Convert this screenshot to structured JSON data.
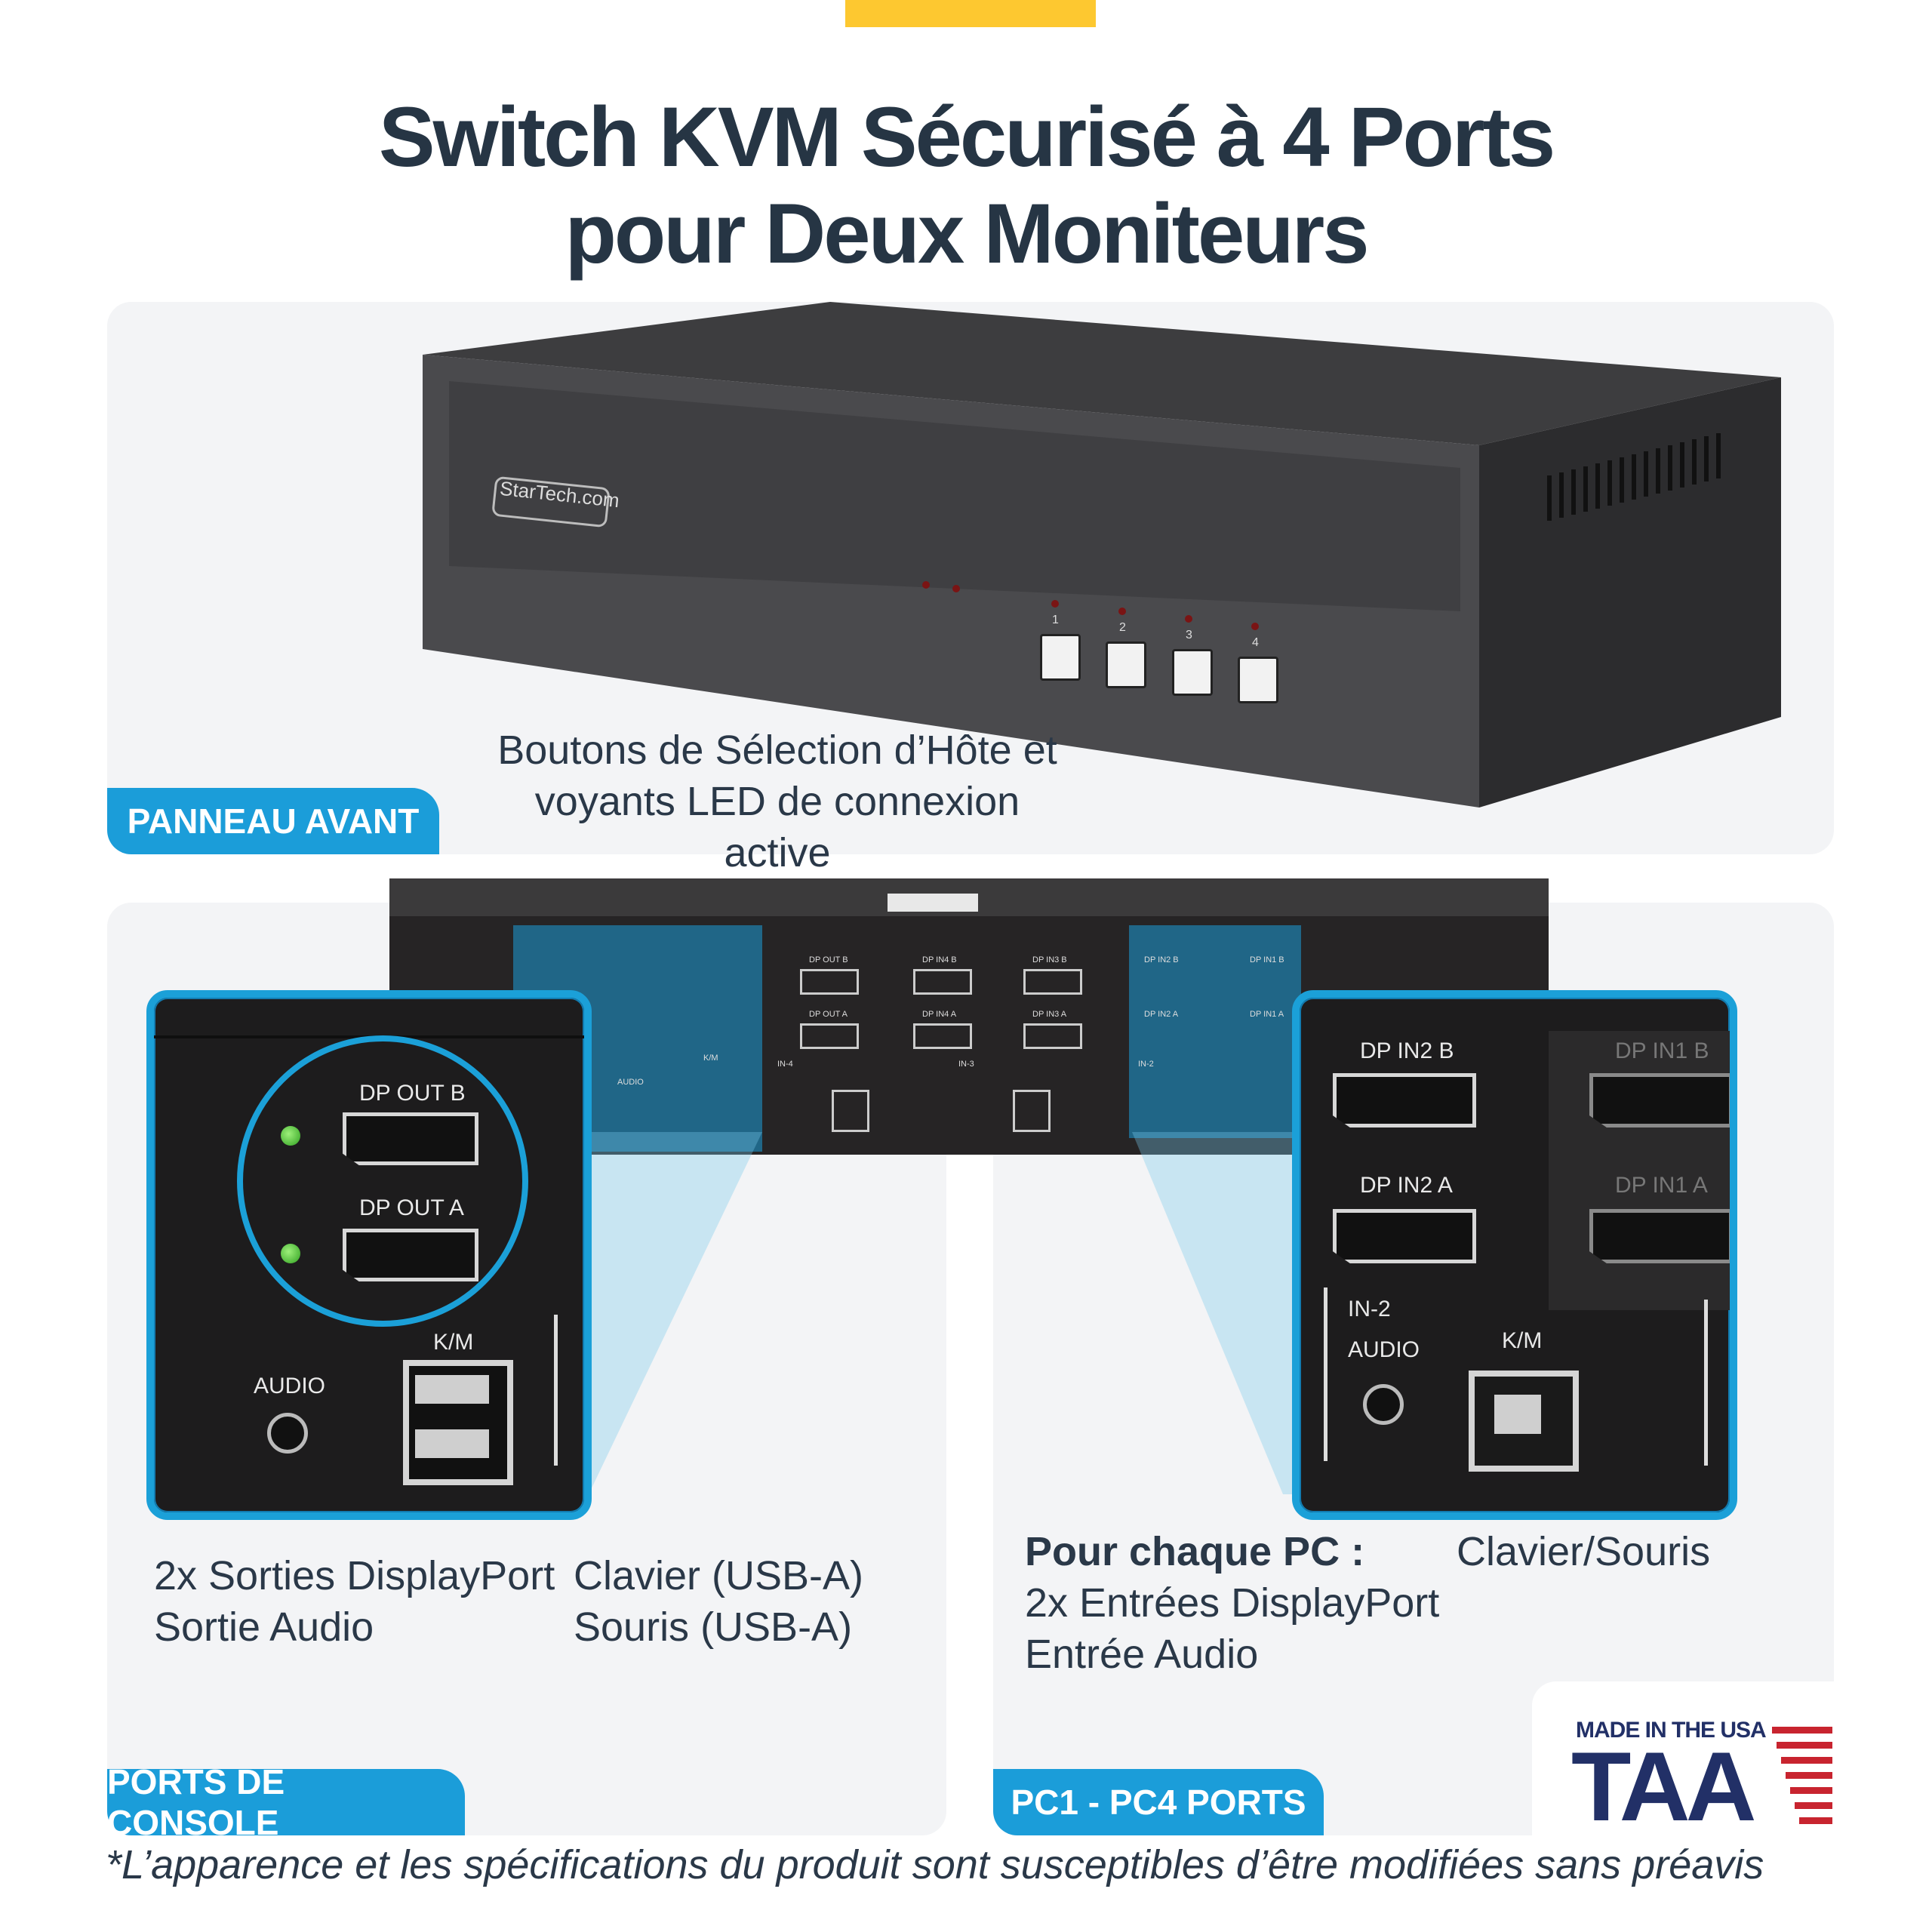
{
  "title_line1": "Switch KVM Sécurisé à 4 Ports",
  "title_line2": "pour Deux Moniteurs",
  "front": {
    "tag": "PANNEAU AVANT",
    "caption_line1": "Boutons de Sélection d’Hôte et",
    "caption_line2": "voyants LED de connexion active",
    "brand": "StarTech.com",
    "button_numbers": [
      "1",
      "2",
      "3",
      "4"
    ]
  },
  "console": {
    "tag": "PORTS DE CONSOLE",
    "zoom_labels": {
      "dp_out_b": "DP OUT B",
      "dp_out_a": "DP OUT A",
      "km": "K/M",
      "audio": "AUDIO"
    },
    "col1_line1": "2x Sorties DisplayPort",
    "col1_line2": "Sortie Audio",
    "col2_line1": "Clavier (USB-A)",
    "col2_line2": "Souris (USB-A)"
  },
  "pcports": {
    "tag": "PC1 - PC4 PORTS",
    "zoom_labels": {
      "in2b": "DP IN2 B",
      "in1b": "DP IN1 B",
      "in2a": "DP IN2 A",
      "in1a": "DP IN1 A",
      "in2": "IN-2",
      "audio": "AUDIO",
      "km": "K/M"
    },
    "heading": "Pour chaque PC :",
    "line1": "2x Entrées DisplayPort",
    "line2": "Entrée Audio",
    "right_label": "Clavier/Souris"
  },
  "rear": {
    "labels": [
      "DP OUT B",
      "DP IN4 B",
      "DP IN3 B",
      "DP IN2 B",
      "DP IN1 B",
      "DP OUT A",
      "DP IN4 A",
      "DP IN3 A",
      "DP IN2 A",
      "DP IN1 A"
    ],
    "small": {
      "audio": "AUDIO",
      "km": "K/M",
      "in4": "IN-4",
      "in3": "IN-3",
      "in2": "IN-2"
    }
  },
  "badge": {
    "made": "MADE IN THE USA",
    "taa": "TAA"
  },
  "footnote": "*L’apparence et les spécifications du produit sont susceptibles d’être modifiées sans préavis",
  "colors": {
    "accent": "#1b9dd9",
    "yellow": "#fdc830",
    "navy": "#263544",
    "flag_red": "#c8242f",
    "flag_navy": "#223067"
  }
}
